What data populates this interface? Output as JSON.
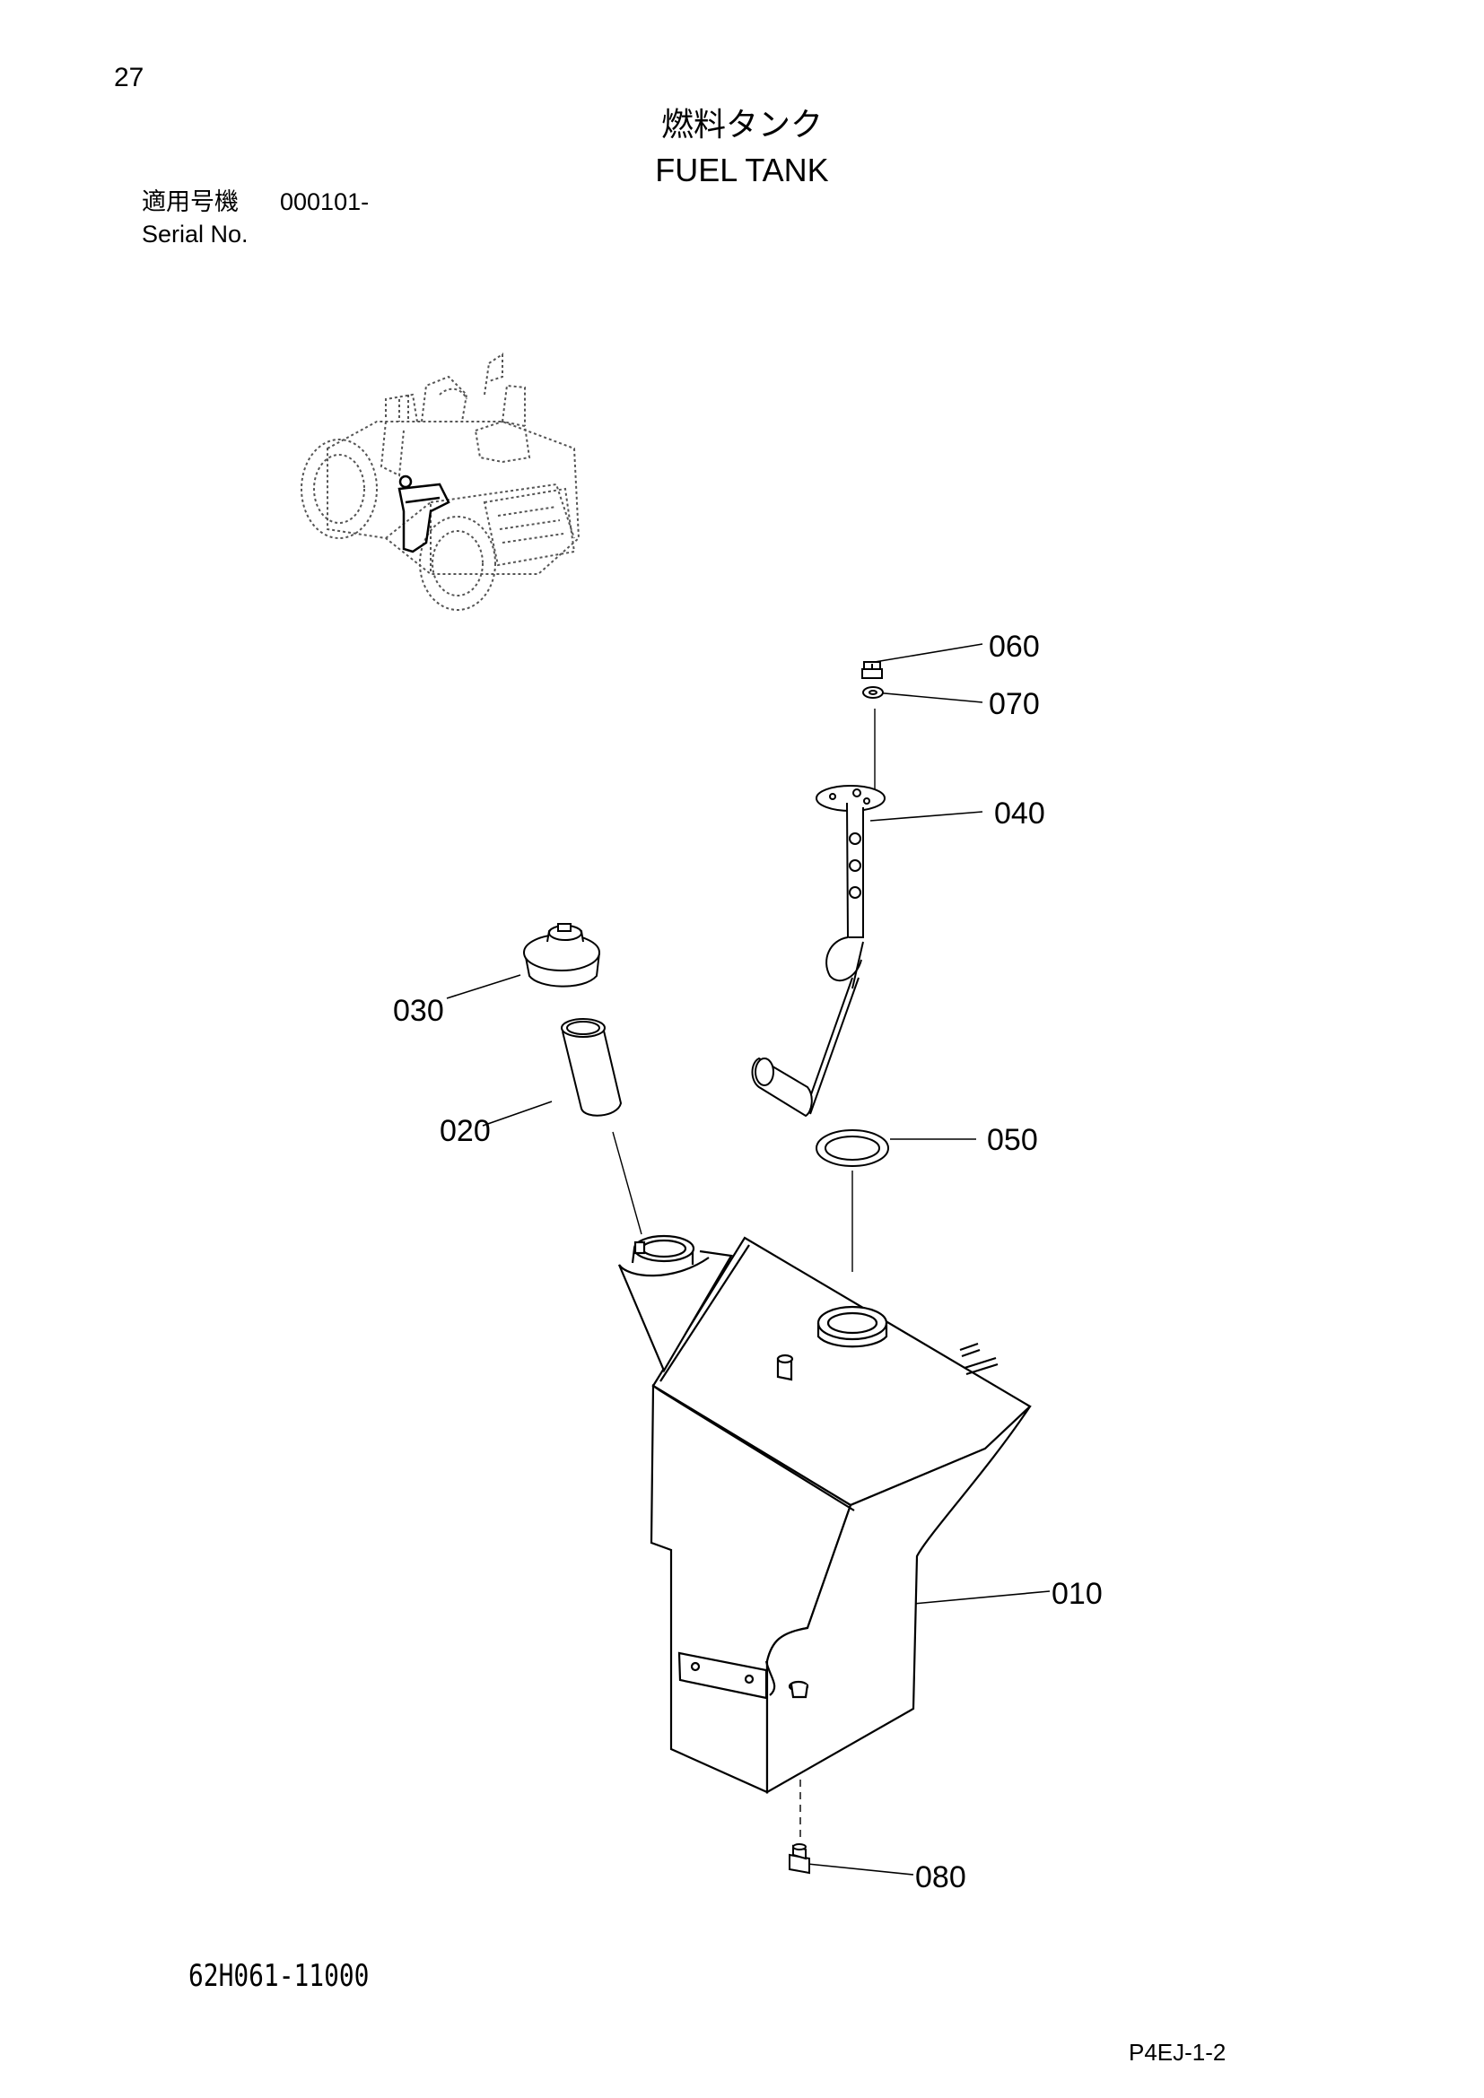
{
  "header": {
    "page_number": "27",
    "title_jp": "燃料タンク",
    "title_en": "FUEL TANK",
    "serial_label_jp": "適用号機",
    "serial_value": "000101-",
    "serial_label_en": "Serial No."
  },
  "callouts": [
    {
      "id": "010",
      "label": "010"
    },
    {
      "id": "020",
      "label": "020"
    },
    {
      "id": "030",
      "label": "030"
    },
    {
      "id": "040",
      "label": "040"
    },
    {
      "id": "050",
      "label": "050"
    },
    {
      "id": "060",
      "label": "060"
    },
    {
      "id": "070",
      "label": "070"
    },
    {
      "id": "080",
      "label": "080"
    }
  ],
  "footer": {
    "part_code": "62H061-11000",
    "sheet_code": "P4EJ-1-2"
  }
}
